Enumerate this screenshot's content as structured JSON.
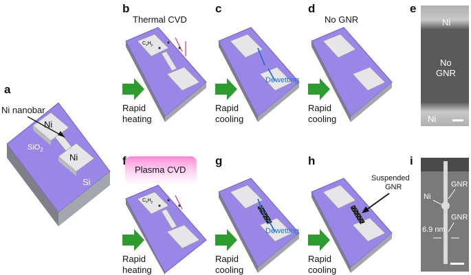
{
  "panels": {
    "a": {
      "label": "a",
      "ni_nanobar": "Ni nanobar",
      "ni_top": "Ni",
      "ni_bottom": "Ni",
      "sio2": "SiO",
      "sio2_sub": "2",
      "si": "Si"
    },
    "b": {
      "label": "b",
      "title": "Thermal CVD",
      "arrow_text_1": "Rapid",
      "arrow_text_2": "heating",
      "gas": "C",
      "gas_sub1": "x",
      "gas_h": "H",
      "gas_sub2": "y"
    },
    "c": {
      "label": "c",
      "dewetting": "Dewetting",
      "arrow_text_1": "Rapid",
      "arrow_text_2": "cooling"
    },
    "d": {
      "label": "d",
      "title": "No GNR",
      "arrow_text_1": "Rapid",
      "arrow_text_2": "cooling"
    },
    "e": {
      "label": "e",
      "ni_top": "Ni",
      "no": "No",
      "gnr": "GNR",
      "ni_bottom": "Ni"
    },
    "f": {
      "label": "f",
      "title": "Plasma CVD",
      "arrow_text_1": "Rapid",
      "arrow_text_2": "heating",
      "gas": "C",
      "gas_sub1": "x",
      "gas_h": "H",
      "gas_sub2": "y"
    },
    "g": {
      "label": "g",
      "dewetting": "Dewetting",
      "arrow_text_1": "Rapid",
      "arrow_text_2": "cooling"
    },
    "h": {
      "label": "h",
      "suspended_1": "Suspended",
      "suspended_2": "GNR",
      "arrow_text_1": "Rapid",
      "arrow_text_2": "cooling"
    },
    "i": {
      "label": "i",
      "gnr_top": "GNR",
      "ni": "Ni",
      "gnr_mid": "GNR",
      "width": "6.9 nm"
    }
  },
  "colors": {
    "substrate_top": "#9a86e6",
    "substrate_edge": "#6f5cc2",
    "substrate_side": "#8a8f99",
    "ni_top": "#e6e6e8",
    "ni_side": "#b9bac0",
    "arrow_green": "#2e9b2e",
    "dewetting_blue": "#1f6fd1",
    "plasma_pink": "#ff8fd6"
  }
}
